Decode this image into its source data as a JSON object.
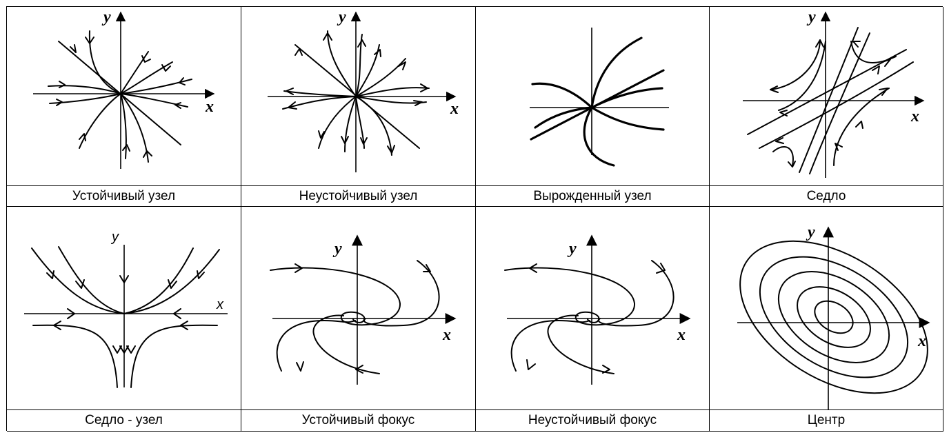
{
  "captions": [
    "Устойчивый узел",
    "Неустойчивый узел",
    "Вырожденный узел",
    "Седло",
    "Седло - узел",
    "Устойчивый фокус",
    "Неустойчивый фокус",
    "Центр"
  ],
  "axis_labels": {
    "x": "x",
    "y": "y"
  }
}
